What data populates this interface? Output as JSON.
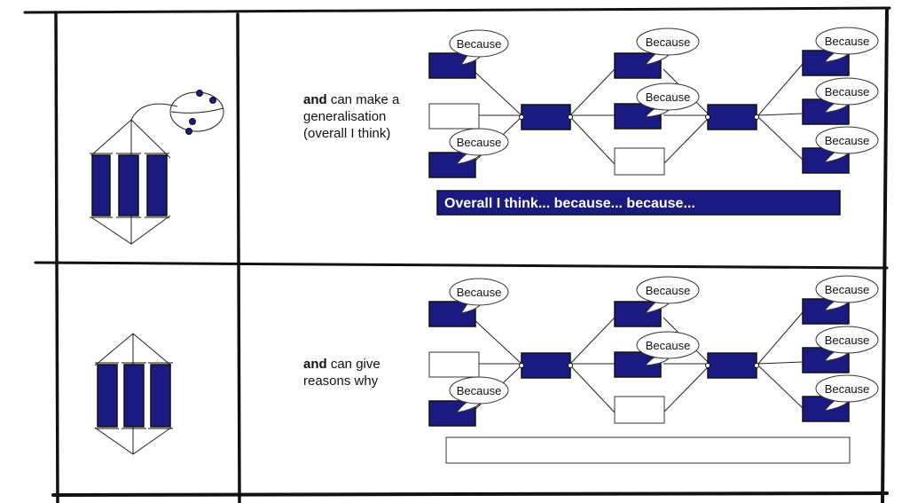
{
  "rows": [
    {
      "lead_bold": "and",
      "lead_text": "can make a",
      "line2": "generalisation",
      "line3": "(overall I think)",
      "summary_text": "Overall I think... because... because...",
      "bubbles": [
        "Because",
        "Because",
        "Because",
        "Because",
        "Because",
        "Because",
        "Because"
      ]
    },
    {
      "lead_bold": "and",
      "lead_text": "can give",
      "line2": "reasons why",
      "line3": "",
      "summary_text": "",
      "bubbles": [
        "Because",
        "Because",
        "Because",
        "Because",
        "Because",
        "Because",
        "Because"
      ]
    }
  ],
  "colors": {
    "navy": "#1a1a80",
    "ink": "#111111",
    "bubble_stroke": "#333333"
  }
}
